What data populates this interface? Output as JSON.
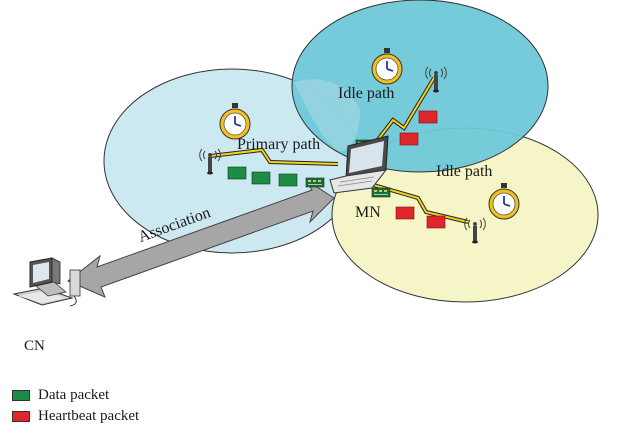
{
  "labels": {
    "idle_path_top": "Idle path",
    "idle_path_right": "Idle path",
    "primary_path": "Primary path",
    "association": "Association",
    "mn": "MN",
    "cn": "CN"
  },
  "legend": [
    {
      "label": "Data packet",
      "color": "#1e8c46"
    },
    {
      "label": "Heartbeat packet",
      "color": "#e0262b"
    }
  ],
  "colors": {
    "cell_left": "#cce8f0",
    "cell_top": "#6ec8d8",
    "cell_right": "#f5f5c8",
    "data_packet": "#1e8c46",
    "heartbeat_packet": "#e0262b",
    "link": "#f2d21a",
    "arrow": "#a6a6a6"
  },
  "icons": [
    "timer-icon",
    "antenna-icon",
    "laptop-icon",
    "desktop-computer-icon",
    "wireless-card-icon"
  ]
}
